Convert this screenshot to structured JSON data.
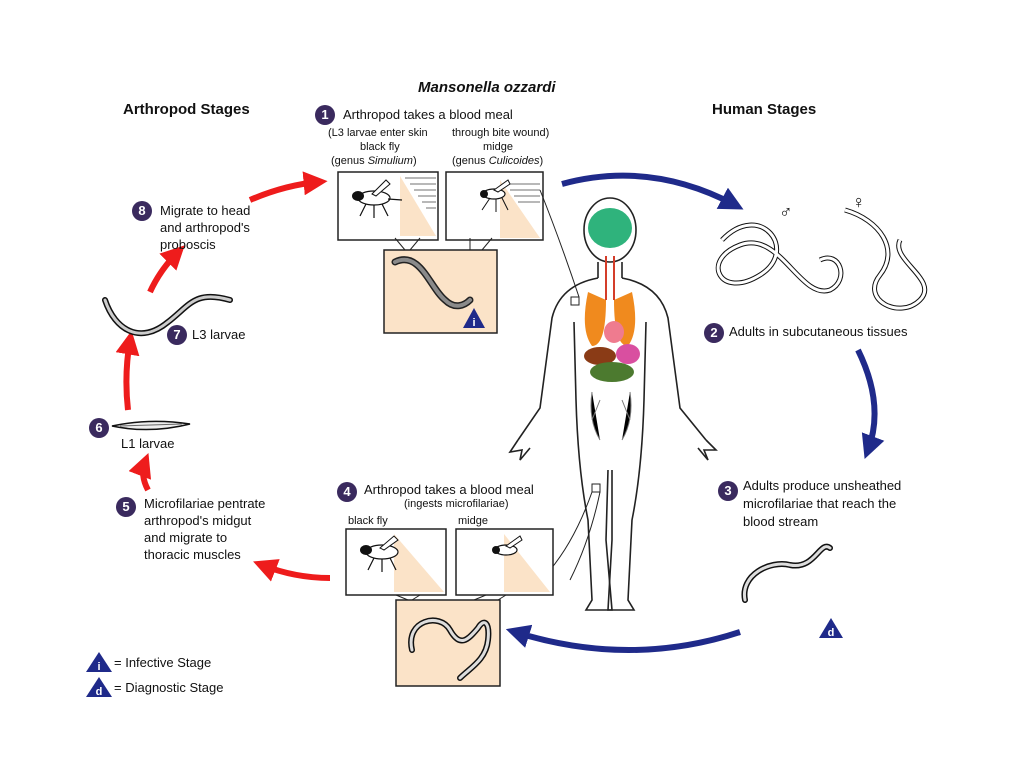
{
  "title": "Mansonella ozzardi",
  "headers": {
    "arthropod": "Arthropod Stages",
    "human": "Human Stages"
  },
  "step1": {
    "number": "1",
    "line1": "Arthropod takes a blood meal",
    "line2a": "(L3 larvae enter skin",
    "line2b": "through bite wound)",
    "fly_name": "black fly",
    "fly_genus_prefix": "(genus ",
    "fly_genus": "Simulium",
    "fly_genus_suffix": ")",
    "midge_name": "midge",
    "midge_genus_prefix": "(genus ",
    "midge_genus": "Culicoides",
    "midge_genus_suffix": ")"
  },
  "step2": {
    "number": "2",
    "text": "Adults in subcutaneous tissues"
  },
  "step3": {
    "number": "3",
    "line1": "Adults produce unsheathed",
    "line2": "microfilariae that reach the",
    "line3": "blood stream"
  },
  "step4": {
    "number": "4",
    "line1": "Arthropod takes a blood meal",
    "line2": "(ingests microfilariae)",
    "fly_name": "black fly",
    "midge_name": "midge"
  },
  "step5": {
    "number": "5",
    "line1": "Microfilariae pentrate",
    "line2": "arthropod's midgut",
    "line3": "and migrate to",
    "line4": "thoracic muscles"
  },
  "step6": {
    "number": "6",
    "text": "L1 larvae"
  },
  "step7": {
    "number": "7",
    "text": "L3 larvae"
  },
  "step8": {
    "number": "8",
    "line1": "Migrate to head",
    "line2": "and arthropod's",
    "line3": "proboscis"
  },
  "legend": {
    "infective_symbol": "i",
    "infective_text": "= Infective Stage",
    "diagnostic_symbol": "d",
    "diagnostic_text": "= Diagnostic Stage"
  },
  "sex_symbols": {
    "male": "♂",
    "female": "♀"
  },
  "colors": {
    "red_arrow": "#ee1c1c",
    "blue_arrow": "#1f2a8a",
    "badge": "#3a2a5e",
    "panel": "#fbe3c8",
    "triangle": "#1f2a8a"
  }
}
